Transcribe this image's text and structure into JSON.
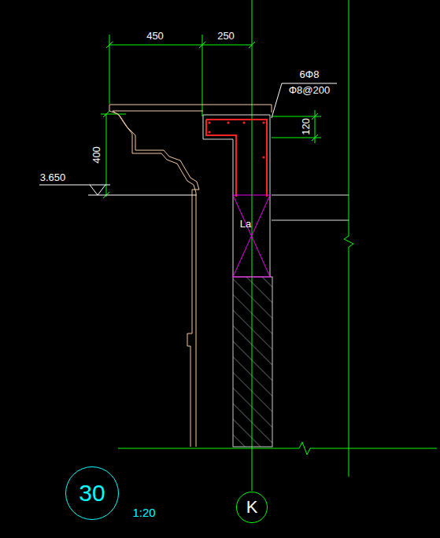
{
  "diagram": {
    "nodes": [
      {
        "text": [
          "30"
        ]
      },
      {
        "text": [
          "K"
        ]
      }
    ],
    "labels": [
      "450",
      "250",
      "6Φ8",
      "Φ8@200",
      "120",
      "400",
      "3.650",
      "La",
      "1:20"
    ]
  }
}
